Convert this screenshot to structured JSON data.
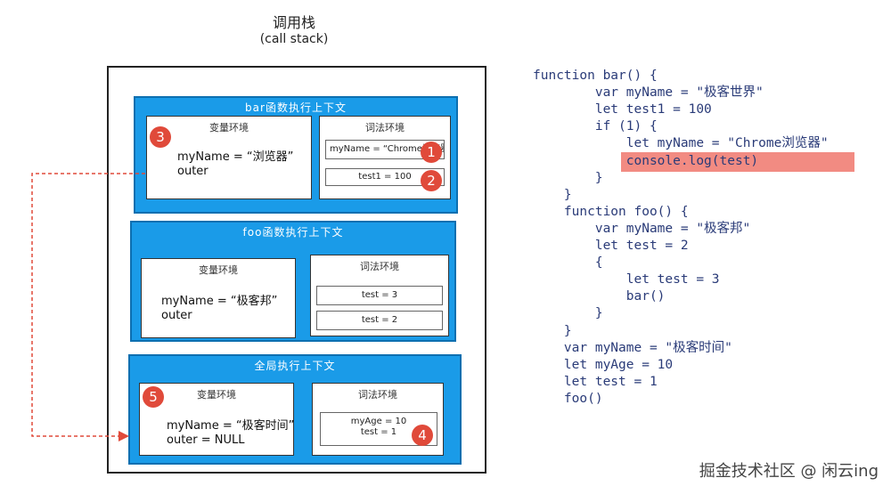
{
  "title": {
    "main": "调用栈",
    "sub": "(call stack)"
  },
  "contexts": [
    {
      "id": "bar",
      "title": "bar函数执行上下文",
      "variable_env": {
        "title": "变量环境",
        "lines": [
          "myName = “浏览器”",
          "outer"
        ]
      },
      "lexical_env": {
        "title": "词法环境",
        "items": [
          "myName = “Chrome浏览器”",
          "test1 = 100"
        ]
      }
    },
    {
      "id": "foo",
      "title": "foo函数执行上下文",
      "variable_env": {
        "title": "变量环境",
        "lines": [
          "myName = “极客邦”",
          "outer"
        ]
      },
      "lexical_env": {
        "title": "词法环境",
        "items": [
          "test = 3",
          "test = 2"
        ]
      }
    },
    {
      "id": "global",
      "title": "全局执行上下文",
      "variable_env": {
        "title": "变量环境",
        "lines": [
          "myName = “极客时间”",
          "outer = NULL"
        ]
      },
      "lexical_env": {
        "title": "词法环境",
        "items": [
          "myAge = 10",
          "test = 1"
        ]
      }
    }
  ],
  "badges": [
    "1",
    "2",
    "3",
    "4",
    "5"
  ],
  "code": [
    "function bar() {",
    "        var myName = \"极客世界\"",
    "        let test1 = 100",
    "        if (1) {",
    "            let myName = \"Chrome浏览器\"",
    "            console.log(test)",
    "        }",
    "    }",
    "    function foo() {",
    "        var myName = \"极客邦\"",
    "        let test = 2",
    "        {",
    "            let test = 3",
    "            bar()",
    "        }",
    "    }",
    "    var myName = \"极客时间\"",
    "    let myAge = 10",
    "    let test = 1",
    "    foo()"
  ],
  "highlight_line_index": 5,
  "colors": {
    "context_fill": "#1a9be8",
    "badge": "#e04a3a",
    "highlight": "#f28b82",
    "arrow": "#e04a3a"
  },
  "watermark": "掘金技术社区 @ 闲云ing"
}
